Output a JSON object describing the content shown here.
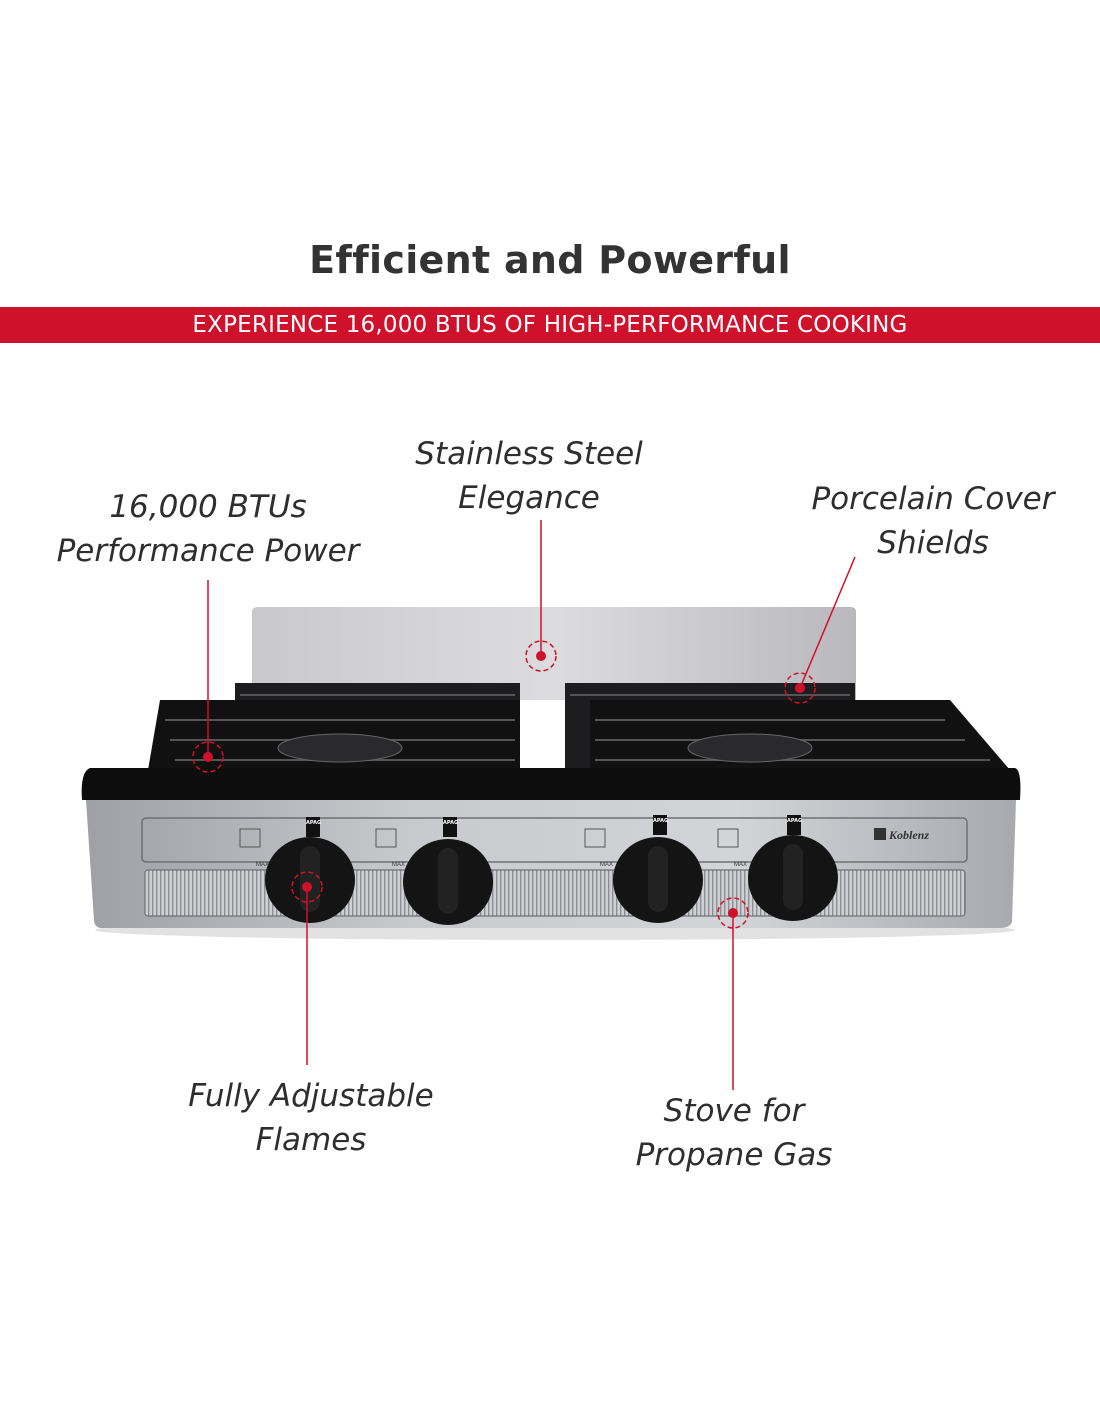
{
  "header": {
    "title": "Efficient and Powerful",
    "banner": "EXPERIENCE 16,000 BTUS OF HIGH-PERFORMANCE COOKING"
  },
  "callouts": {
    "btu": {
      "line1": "16,000 BTUs",
      "line2": "Performance Power"
    },
    "steel": {
      "line1": "Stainless Steel",
      "line2": "Elegance"
    },
    "porcelain": {
      "line1": "Porcelain Cover",
      "line2": "Shields"
    },
    "flames": {
      "line1": "Fully Adjustable",
      "line2": "Flames"
    },
    "propane": {
      "line1": "Stove for",
      "line2": "Propane Gas"
    }
  },
  "stove": {
    "brand": "Koblenz",
    "knob_label_off": "APAG",
    "knob_label_max": "MAX"
  },
  "colors": {
    "accent": "#d0112b",
    "text": "#333333"
  }
}
